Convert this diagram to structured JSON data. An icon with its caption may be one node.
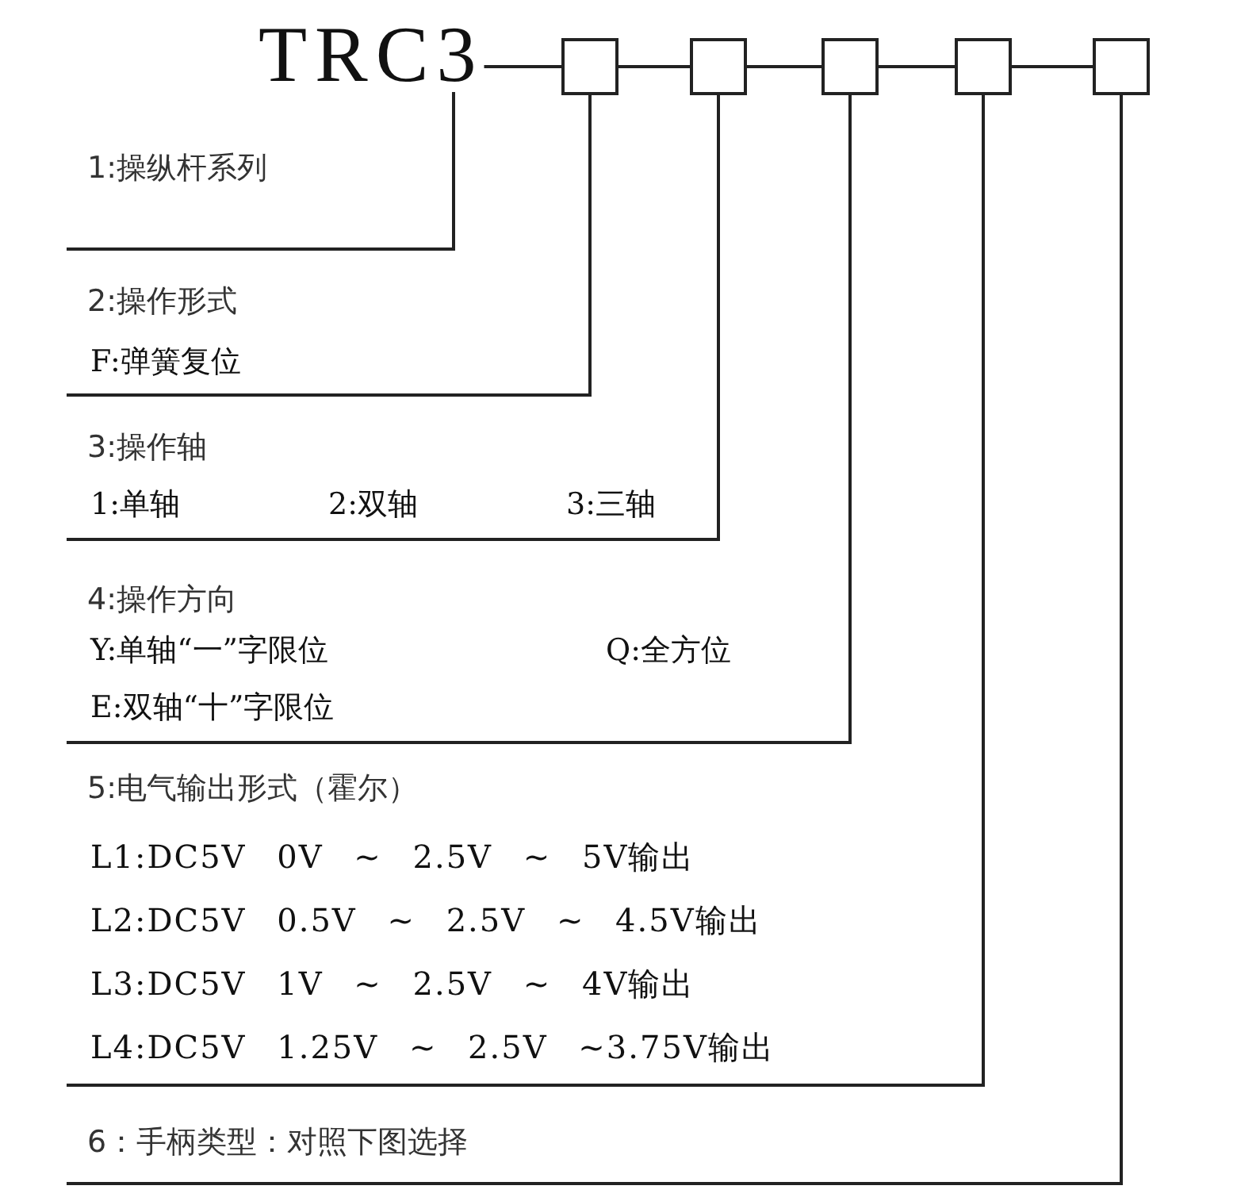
{
  "diagram": {
    "nodes": [
      {
        "text": [
          "TRC3"
        ]
      },
      {
        "text": [],
        "shape": "box"
      },
      {
        "text": [],
        "shape": "box"
      },
      {
        "text": [],
        "shape": "box"
      },
      {
        "text": [],
        "shape": "box"
      },
      {
        "text": [],
        "shape": "box"
      },
      {
        "text": [
          "1:操纵杆系列"
        ]
      },
      {
        "text": [
          "2:操作形式",
          "F:弹簧复位"
        ]
      },
      {
        "text": [
          "3:操作轴",
          "1:单轴",
          "2:双轴",
          "3:三轴"
        ]
      },
      {
        "text": [
          "4:操作方向",
          "Y:单轴“一”字限位",
          "Q:全方位",
          "E:双轴“十”字限位"
        ]
      },
      {
        "text": [
          "5:电气输出形式（霍尔）",
          "L1:DC5V 0V ~ 2.5V ~ 5V输出",
          "L2:DC5V 0.5V ~ 2.5V ~ 4.5V输出",
          "L3:DC5V 1V ~ 2.5V ~ 4V输出",
          "L4:DC5V 1.25V ~ 2.5V ~3.75V输出"
        ]
      },
      {
        "text": [
          "6：手柄类型：对照下图选择"
        ]
      }
    ],
    "edges": [
      {
        "from": 0,
        "to": 1,
        "arrow": "none"
      },
      {
        "from": 1,
        "to": 2,
        "arrow": "none"
      },
      {
        "from": 2,
        "to": 3,
        "arrow": "none"
      },
      {
        "from": 3,
        "to": 4,
        "arrow": "none"
      },
      {
        "from": 4,
        "to": 5,
        "arrow": "none"
      },
      {
        "from": 0,
        "to": 6,
        "arrow": "none"
      },
      {
        "from": 1,
        "to": 7,
        "arrow": "none"
      },
      {
        "from": 2,
        "to": 8,
        "arrow": "none"
      },
      {
        "from": 3,
        "to": 9,
        "arrow": "none"
      },
      {
        "from": 4,
        "to": 10,
        "arrow": "none"
      },
      {
        "from": 5,
        "to": 11,
        "arrow": "none"
      }
    ]
  }
}
